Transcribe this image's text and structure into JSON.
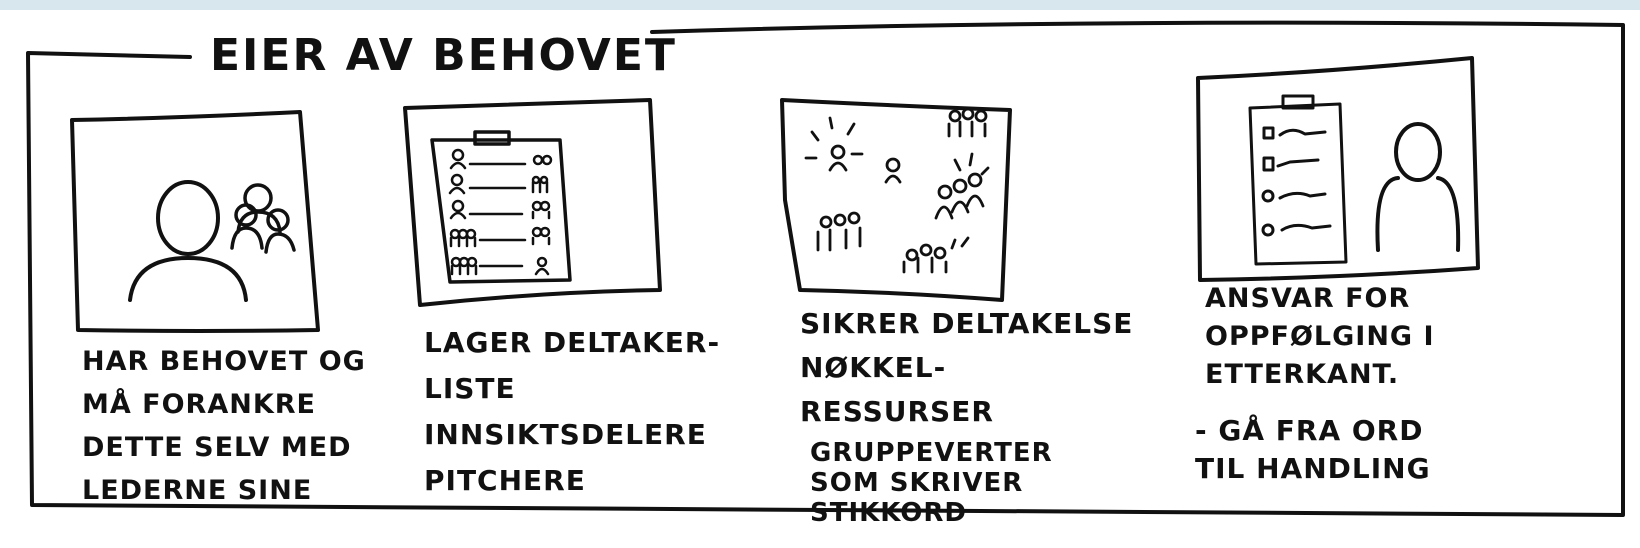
{
  "frame": {
    "title": "EIER AV BEHOVET"
  },
  "panels": [
    {
      "caption": [
        "HAR BEHOVET OG",
        "MÅ FORANKRE",
        "DETTE SELV MED",
        "LEDERNE SINE"
      ]
    },
    {
      "caption": [
        "LAGER DELTAKER-",
        "LISTE",
        "INNSIKTSDELERE",
        "PITCHERE"
      ]
    },
    {
      "caption": [
        "SIKRER DELTAKELSE",
        "NØKKEL-",
        "RESSURSER"
      ],
      "sub_caption": [
        "GRUPPEVERTER",
        "SOM SKRIVER",
        "STIKKORD"
      ]
    },
    {
      "caption": [
        "ANSVAR FOR",
        "OPPFØLGING I",
        "ETTERKANT."
      ],
      "sub_caption": [
        "- GÅ FRA ORD",
        "TIL HANDLING"
      ]
    }
  ],
  "colors": {
    "ink": "#111111",
    "paper": "#ffffff",
    "top_strip": "#d8e6ee"
  }
}
